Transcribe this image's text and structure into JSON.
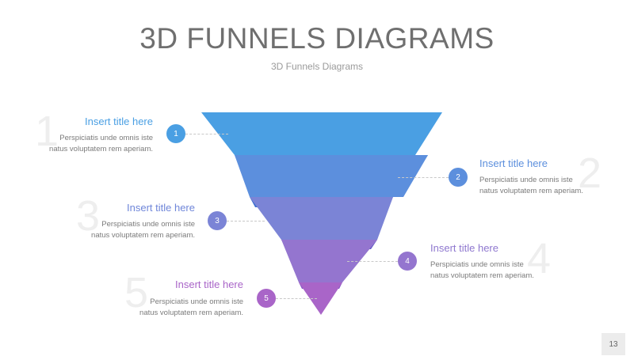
{
  "header": {
    "title": "3D FUNNELS DIAGRAMS",
    "subtitle": "3D Funnels Diagrams"
  },
  "colors": {
    "c1": "#4A9FE3",
    "c2": "#5C8FDD",
    "c3": "#7B84D6",
    "c4": "#9475CF",
    "c5": "#A965C8"
  },
  "items": [
    {
      "number": "1",
      "badge": "1",
      "title": "Insert title here",
      "desc_line1": "Perspiciatis unde omnis iste",
      "desc_line2": "natus voluptatem rem aperiam."
    },
    {
      "number": "2",
      "badge": "2",
      "title": "Insert title here",
      "desc_line1": "Perspiciatis unde omnis iste",
      "desc_line2": "natus voluptatem rem aperiam."
    },
    {
      "number": "3",
      "badge": "3",
      "title": "Insert title here",
      "desc_line1": "Perspiciatis unde omnis iste",
      "desc_line2": "natus voluptatem rem aperiam."
    },
    {
      "number": "4",
      "badge": "4",
      "title": "Insert title here",
      "desc_line1": "Perspiciatis unde omnis iste",
      "desc_line2": "natus voluptatem rem aperiam."
    },
    {
      "number": "5",
      "badge": "5",
      "title": "Insert title here",
      "desc_line1": "Perspiciatis unde omnis iste",
      "desc_line2": "natus voluptatem rem aperiam."
    }
  ],
  "footer": {
    "page_number": "13"
  }
}
